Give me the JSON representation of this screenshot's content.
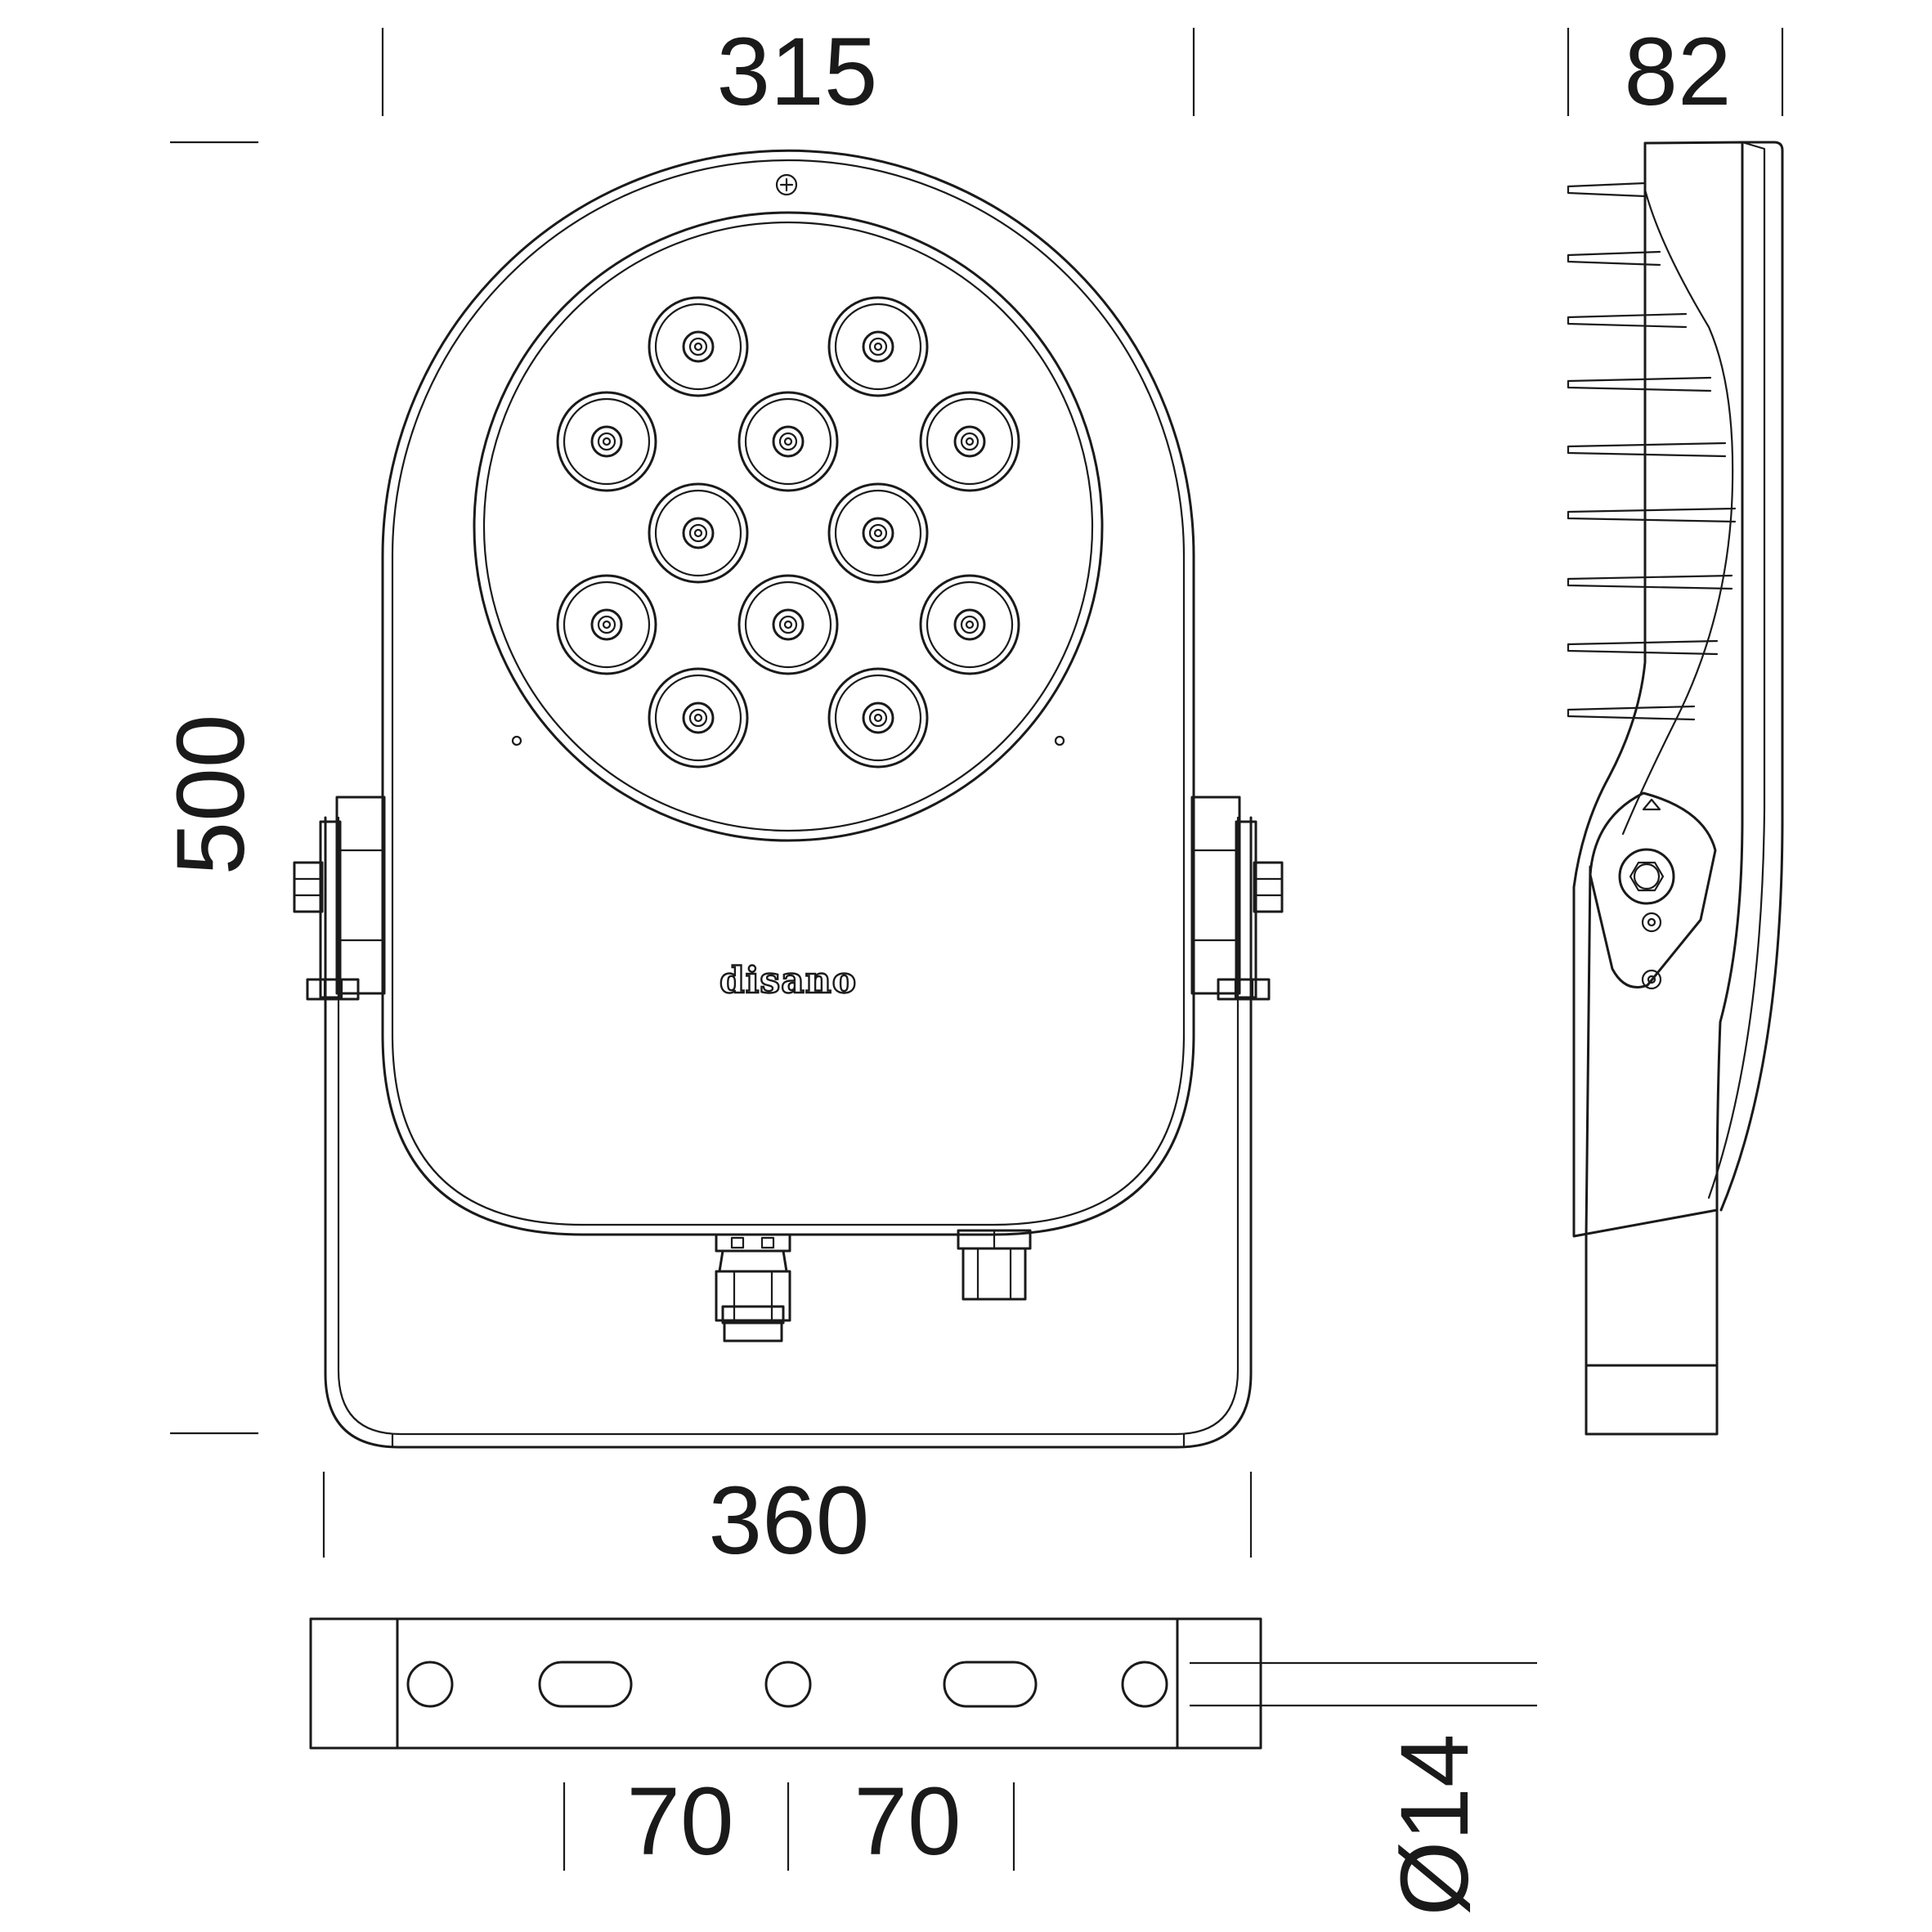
{
  "dimensions": {
    "front_width": "315",
    "side_depth": "82",
    "height": "500",
    "bracket_width": "360",
    "hole_spacing_left": "70",
    "hole_spacing_right": "70",
    "hole_diameter": "Ø14"
  },
  "brand": {
    "logo_text": "disano",
    "logo_icon": "disano-logo"
  },
  "led_count": 12
}
